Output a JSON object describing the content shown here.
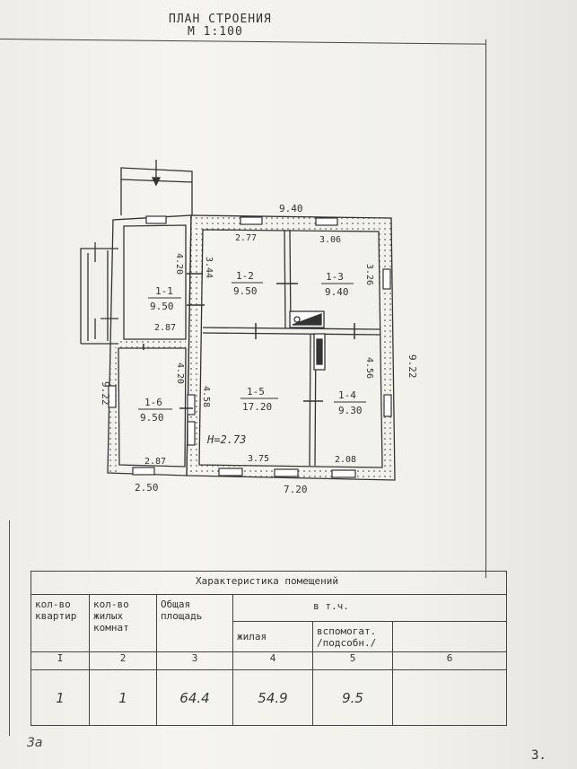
{
  "header": {
    "title": "ПЛАН СТРОЕНИЯ",
    "scale": "М 1:100"
  },
  "plan": {
    "overall": {
      "width_top": "9.40",
      "height_right": "9.22",
      "height_left": "9.22",
      "bottom_total": "7.20",
      "bottom_left": "2.50"
    },
    "rooms": [
      {
        "code": "1-1",
        "area": "9.50",
        "dim_a": "4.20",
        "dim_b": "2.87"
      },
      {
        "code": "1-2",
        "area": "9.50",
        "dim_a": "2.77",
        "dim_b": "3.44"
      },
      {
        "code": "1-3",
        "area": "9.40",
        "dim_a": "3.06",
        "dim_b": "3.26"
      },
      {
        "code": "1-4",
        "area": "9.30",
        "dim_a": "4.56",
        "dim_b": "2.08"
      },
      {
        "code": "1-5",
        "area": "17.20",
        "dim_a": "4.58",
        "dim_b": "3.75"
      },
      {
        "code": "1-6",
        "area": "9.50",
        "dim_a": "4.20",
        "dim_b": "2.87"
      }
    ],
    "ceiling_height": "H=2.73"
  },
  "table": {
    "title": "Характеристика помещений",
    "headers": {
      "apartments": [
        "кол-во",
        "квартир"
      ],
      "living_rooms": [
        "кол-во",
        "жилых",
        "комнат"
      ],
      "total_area": [
        "Общая",
        "площадь"
      ],
      "incl": "в т.ч.",
      "living": "жилая",
      "auxiliary": [
        "вспомогат.",
        "/подсобн./"
      ]
    },
    "col_numbers": [
      "I",
      "2",
      "3",
      "4",
      "5",
      "6"
    ],
    "row": {
      "apartments": "1",
      "living_rooms": "1",
      "total_area": "64.4",
      "living": "54.9",
      "auxiliary": "9.5",
      "col6": ""
    }
  },
  "footer": {
    "left_note": "3а",
    "page": "3."
  }
}
